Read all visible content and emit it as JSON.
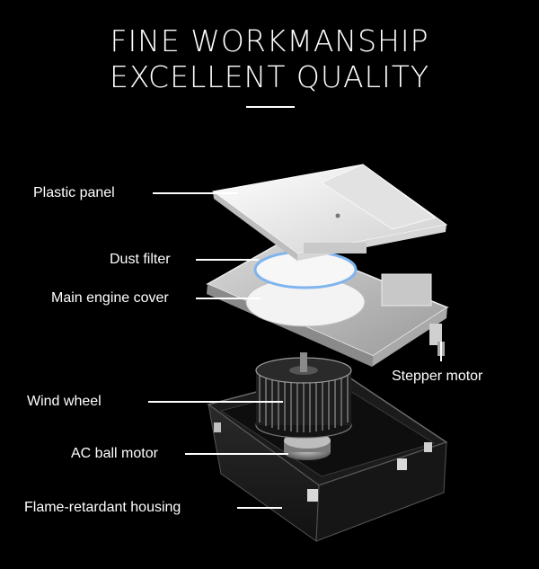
{
  "header": {
    "title_line1": "FINE WORKMANSHIP",
    "title_line2": "EXCELLENT QUALITY"
  },
  "parts": [
    {
      "label": "Plastic panel"
    },
    {
      "label": "Dust filter"
    },
    {
      "label": "Main engine cover"
    },
    {
      "label": "Stepper motor"
    },
    {
      "label": "Wind wheel"
    },
    {
      "label": "AC ball motor"
    },
    {
      "label": "Flame-retardant housing"
    }
  ],
  "colors": {
    "background": "#000000",
    "text": "#ffffff",
    "filter_ring": "#7fb4ee"
  }
}
